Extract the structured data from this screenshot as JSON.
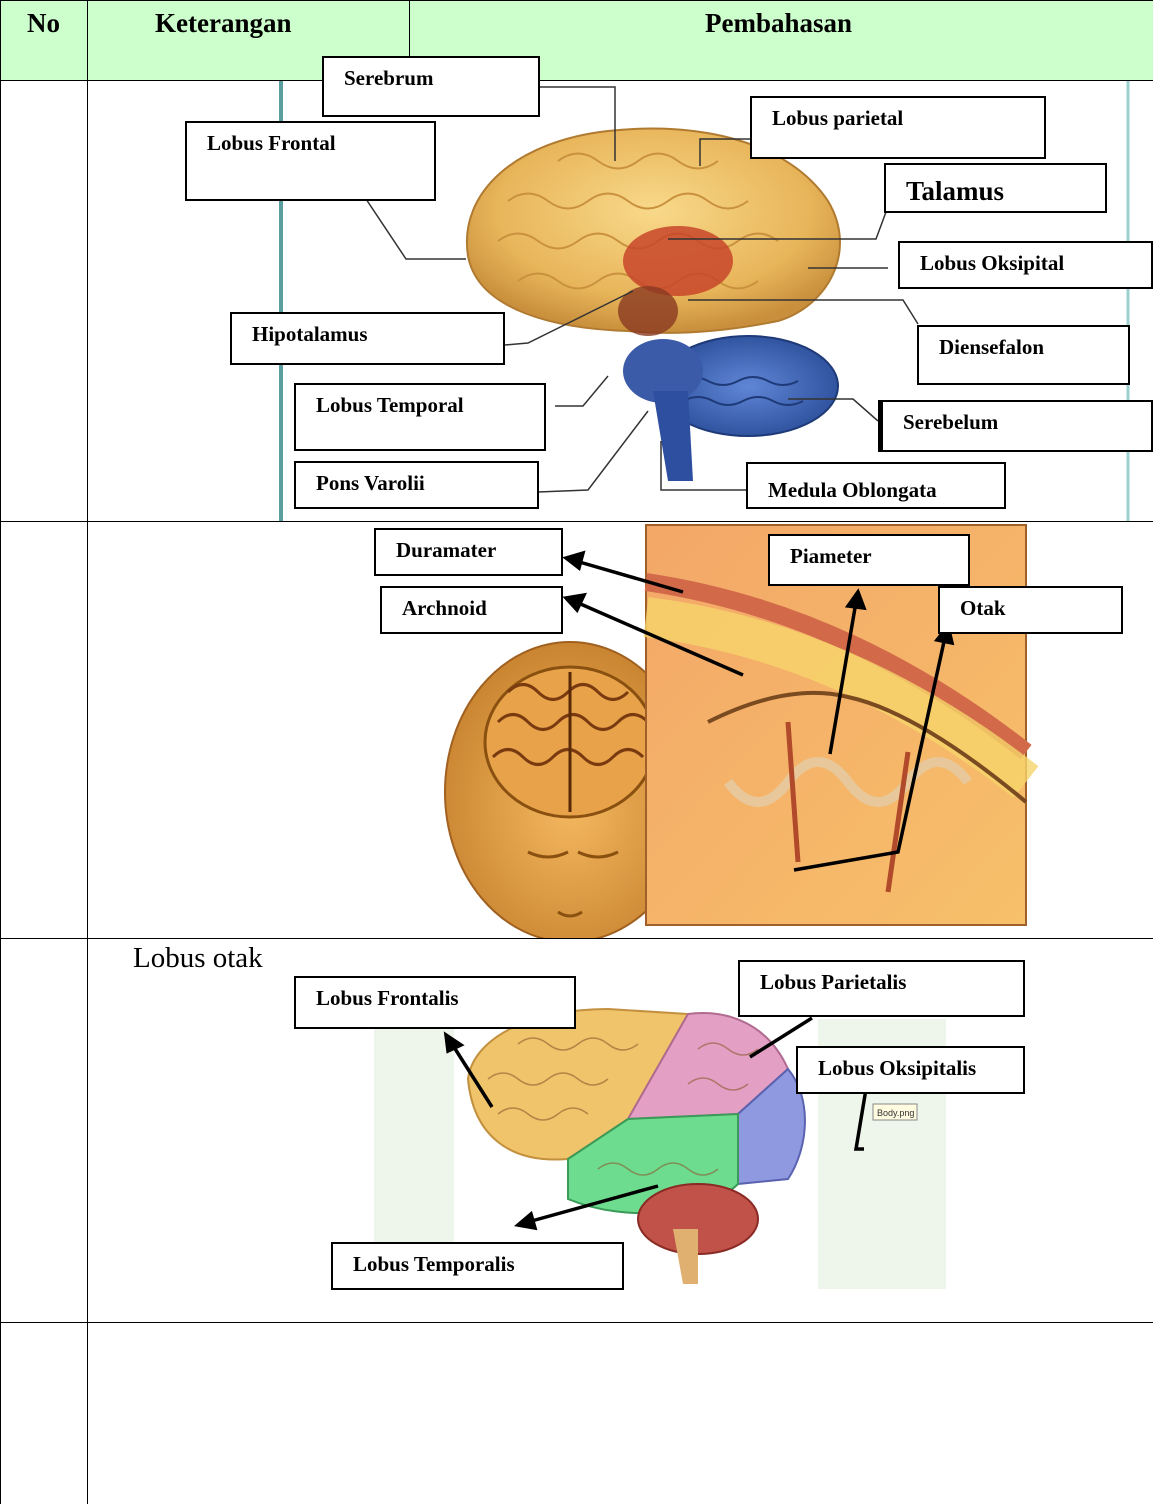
{
  "header": {
    "col_no": "No",
    "col_keterangan": "Keterangan",
    "col_pembahasan": "Pembahasan"
  },
  "colors": {
    "header_bg": "#ccffcc",
    "frame_teal": "#5b9ea0"
  },
  "section1": {
    "labels": {
      "serebrum": "Serebrum",
      "lobus_frontal": "Lobus Frontal",
      "lobus_parietal": "Lobus parietal",
      "talamus": "Talamus",
      "lobus_oksipital": "Lobus Oksipital",
      "hipotalamus": "Hipotalamus",
      "diensefalon": "Diensefalon",
      "lobus_temporal": "Lobus Temporal",
      "serebelum": "Serebelum",
      "pons_varolii": "Pons Varolii",
      "medula_oblongata": "Medula Oblongata"
    }
  },
  "section2": {
    "labels": {
      "duramater": "Duramater",
      "piameter": "Piameter",
      "archnoid": "Archnoid",
      "otak": "Otak"
    }
  },
  "section3": {
    "caption": "Lobus otak",
    "file_tag": "Body.png",
    "labels": {
      "lobus_frontalis": "Lobus Frontalis",
      "lobus_parietalis": "Lobus Parietalis",
      "lobus_oksipitalis": "Lobus Oksipitalis",
      "lobus_temporalis": "Lobus Temporalis"
    }
  }
}
